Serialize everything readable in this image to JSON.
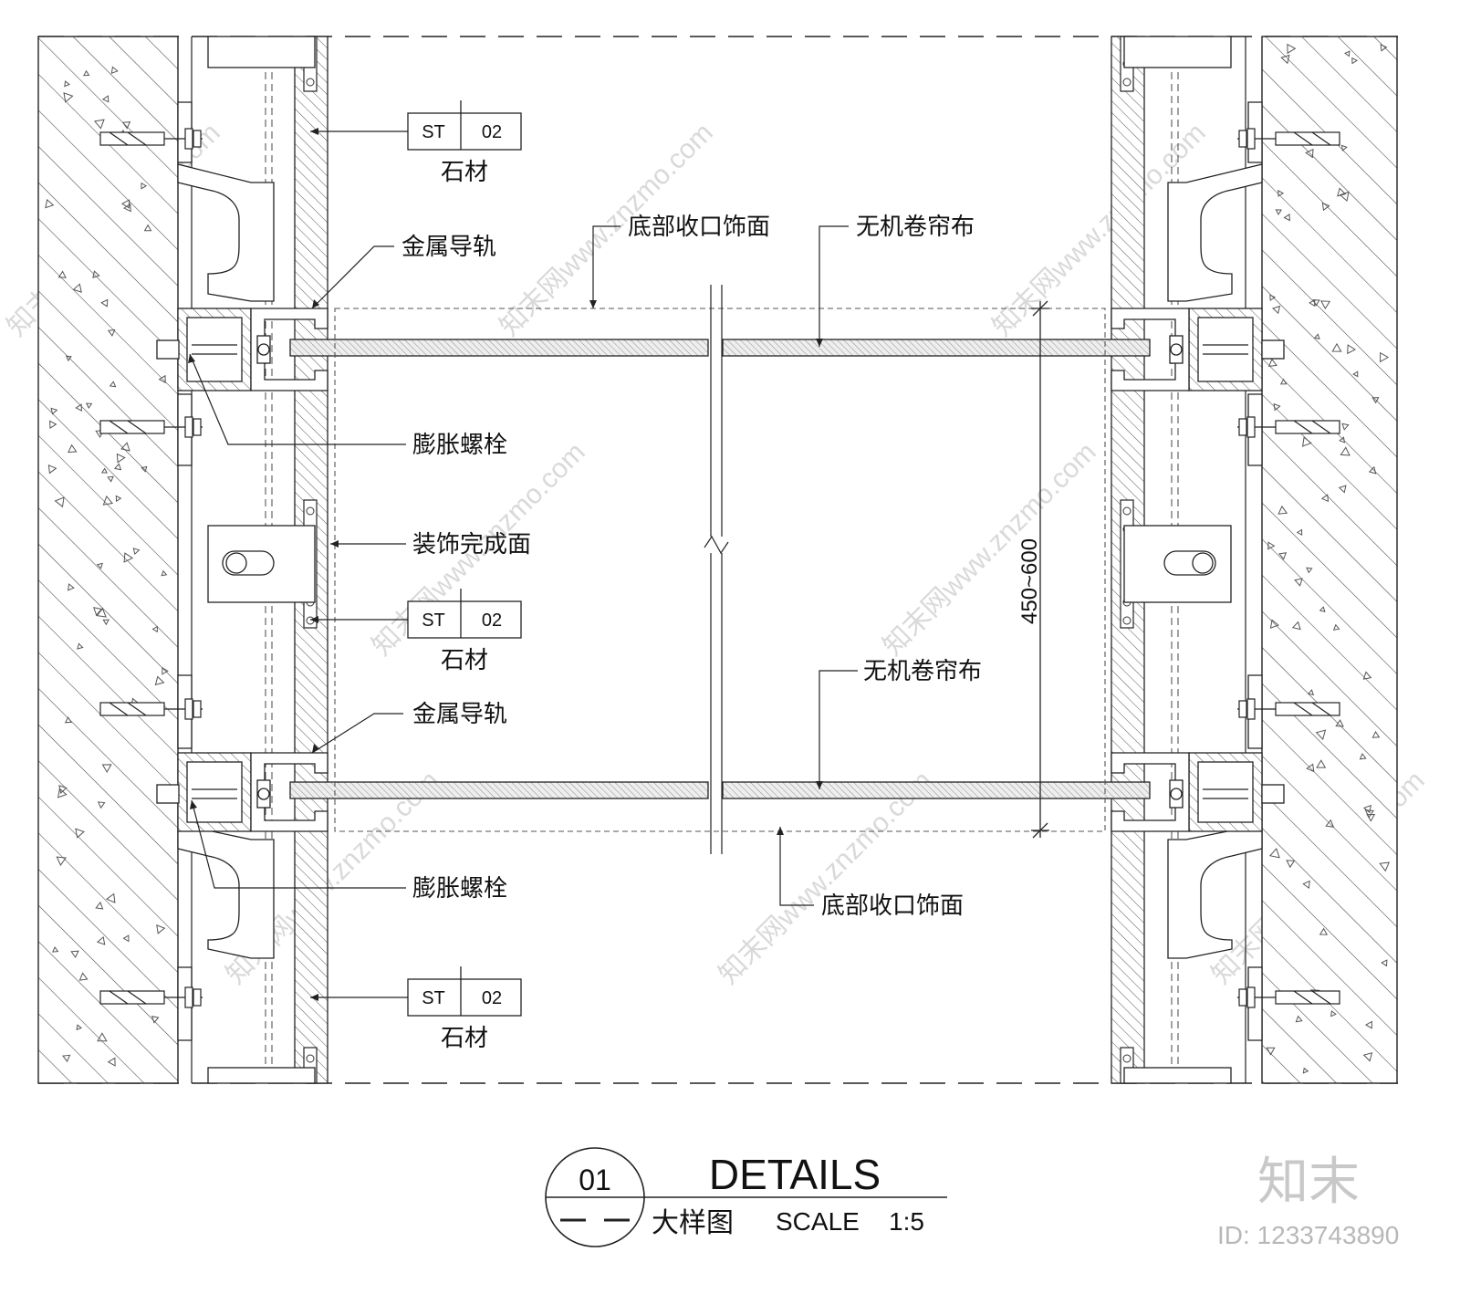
{
  "drawing": {
    "labels": {
      "bottom_trim": "底部收口饰面",
      "roller_fabric": "无机卷帘布",
      "metal_rail": "金属导轨",
      "expansion_bolt": "膨胀螺栓",
      "finish_surface": "装饰完成面",
      "stone": "石材"
    },
    "material_tag": {
      "code": "ST",
      "number": "02"
    },
    "dimension": "450~600",
    "watermark": "知末网www.znzmo.com"
  },
  "title_block": {
    "number": "01",
    "title": "DETAILS",
    "subtitle": "大样图",
    "scale_label": "SCALE",
    "scale_value": "1:5"
  },
  "brand": {
    "logo_text": "知末",
    "id_text": "ID: 1233743890"
  }
}
